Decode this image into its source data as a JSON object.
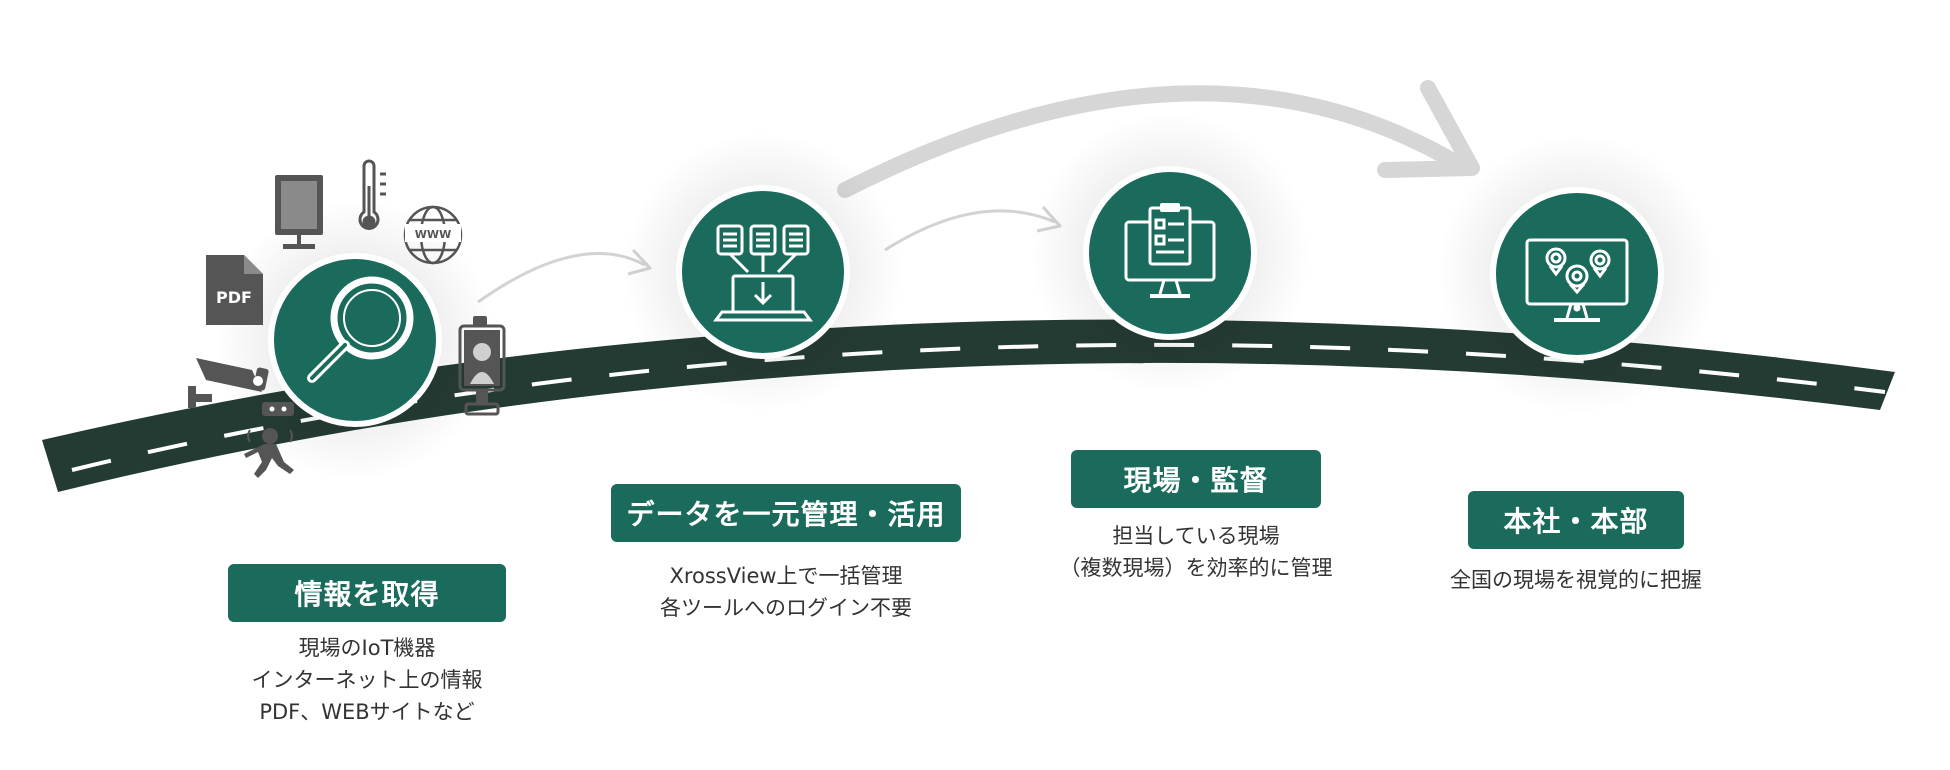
{
  "colors": {
    "accent": "#1a6b5b",
    "road": "#243b33",
    "icon_gray": "#555555",
    "arrow_gray": "#d6d6d6"
  },
  "steps": [
    {
      "title": "情報を取得",
      "lines": [
        "現場のIoT機器",
        "インターネット上の情報",
        "PDF、WEBサイトなど"
      ],
      "icon": "magnifier-icon"
    },
    {
      "title": "データを一元管理・活用",
      "lines": [
        "XrossView上で一括管理",
        "各ツールへのログイン不要"
      ],
      "icon": "laptop-documents-icon"
    },
    {
      "title": "現場・監督",
      "lines": [
        "担当している現場",
        "（複数現場）を効率的に管理"
      ],
      "icon": "monitor-checklist-icon"
    },
    {
      "title": "本社・本部",
      "lines": [
        "全国の現場を視覚的に把握"
      ],
      "icon": "monitor-map-pins-icon"
    }
  ],
  "source_icons": {
    "pdf_label": "PDF",
    "www_label": "WWW",
    "items": [
      "signage-icon",
      "thermometer-icon",
      "globe-icon",
      "pdf-file-icon",
      "security-camera-icon",
      "running-person-sensor-icon",
      "face-recognition-terminal-icon"
    ]
  }
}
